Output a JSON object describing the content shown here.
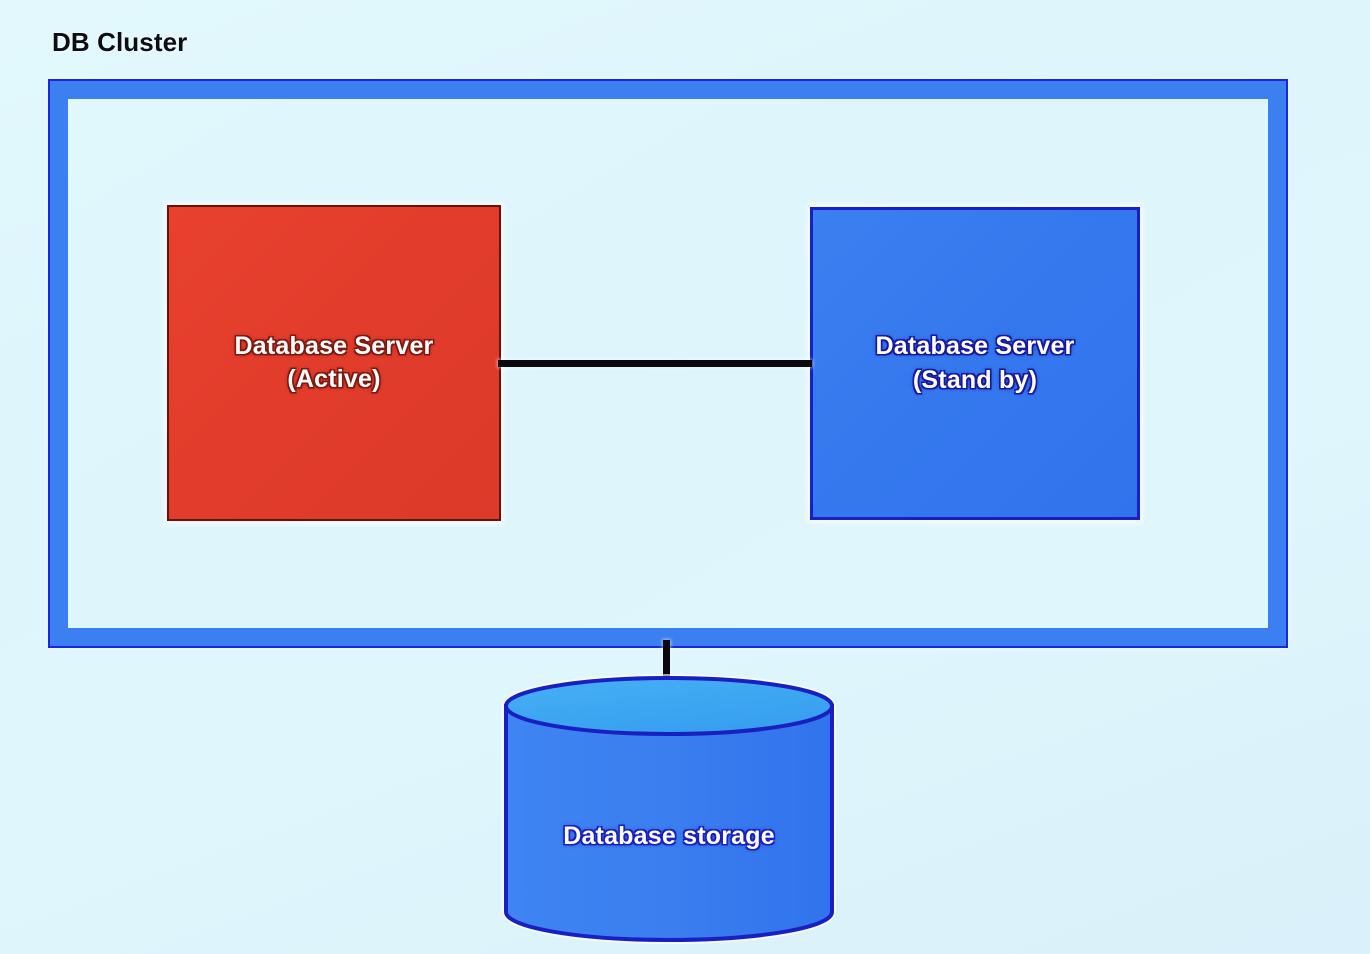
{
  "diagram": {
    "title": "DB Cluster",
    "type": "architecture-diagram",
    "background_color": "#dff6fc",
    "boundary": {
      "label": "DB Cluster",
      "border_color": "#3b7ff0",
      "border_outline_color": "#1a27d8"
    },
    "nodes": [
      {
        "id": "db-server-active",
        "label": "Database Server\n(Active)",
        "line1": "Database Server",
        "line2": "(Active)",
        "state": "Active",
        "fill_color": "#e23c2c",
        "text_color": "#ffffff"
      },
      {
        "id": "db-server-standby",
        "label": "Database Server\n(Stand by)",
        "line1": "Database Server",
        "line2": "(Stand by)",
        "state": "Stand by",
        "fill_color": "#3578ee",
        "text_color": "#ffffff"
      }
    ],
    "storage": {
      "id": "database-storage",
      "label": "Database storage",
      "shape": "cylinder",
      "body_color": "#3b7ff0",
      "top_color": "#3ea6f0",
      "outline_color": "#1a1fc2",
      "text_color": "#ffffff"
    },
    "connectors": [
      {
        "id": "active-to-standby",
        "from": "db-server-active",
        "to": "db-server-standby",
        "orientation": "horizontal",
        "color": "#09090f"
      },
      {
        "id": "cluster-to-storage",
        "from": "DB Cluster",
        "to": "database-storage",
        "orientation": "vertical",
        "color": "#09090f"
      }
    ]
  }
}
